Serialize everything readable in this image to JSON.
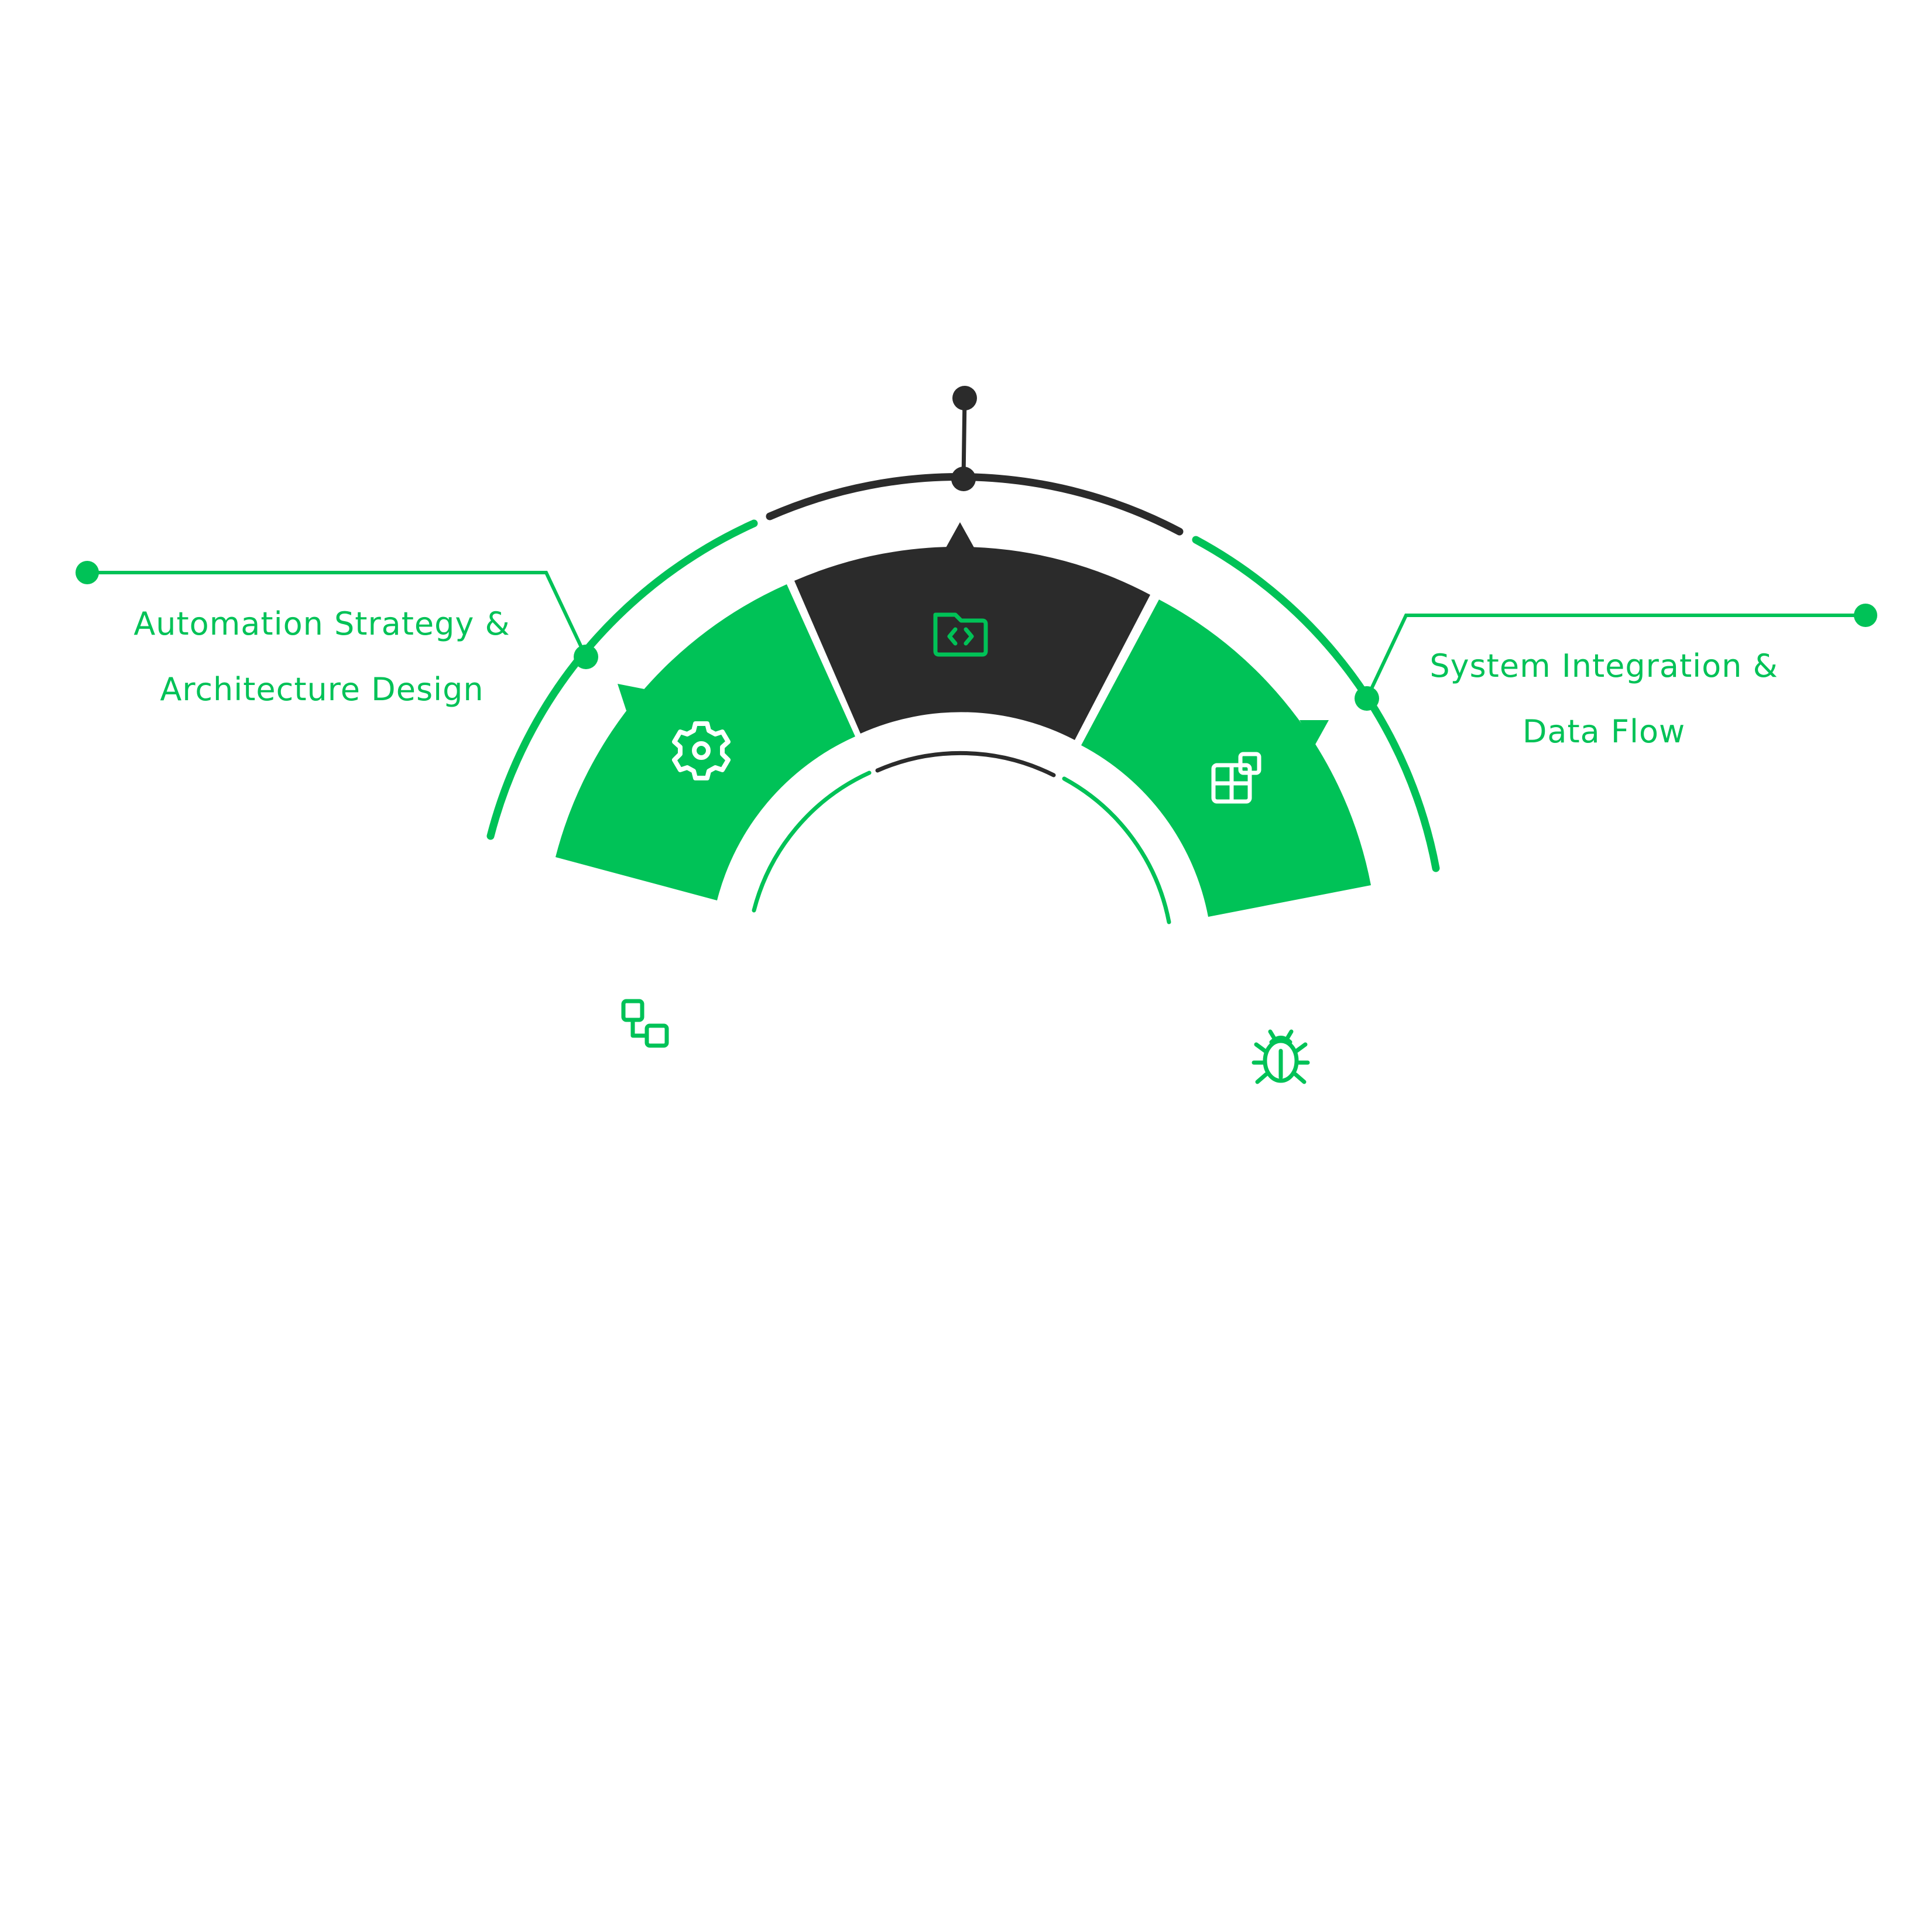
{
  "colors": {
    "accent": "#00c257",
    "dark": "#2b2b2b",
    "background": "#ffffff",
    "icon_on_green": "#ffffff"
  },
  "labels": {
    "left": {
      "line1": "Automation Strategy &",
      "line2": "Architecture Design"
    },
    "right": {
      "line1": "System Integration &",
      "line2": "Data Flow"
    }
  },
  "icons": {
    "left_segment": "gear-icon",
    "center_segment": "code-folder-icon",
    "right_segment": "apps-grid-icon",
    "below_left": "workflow-icon",
    "below_right": "bug-icon"
  }
}
